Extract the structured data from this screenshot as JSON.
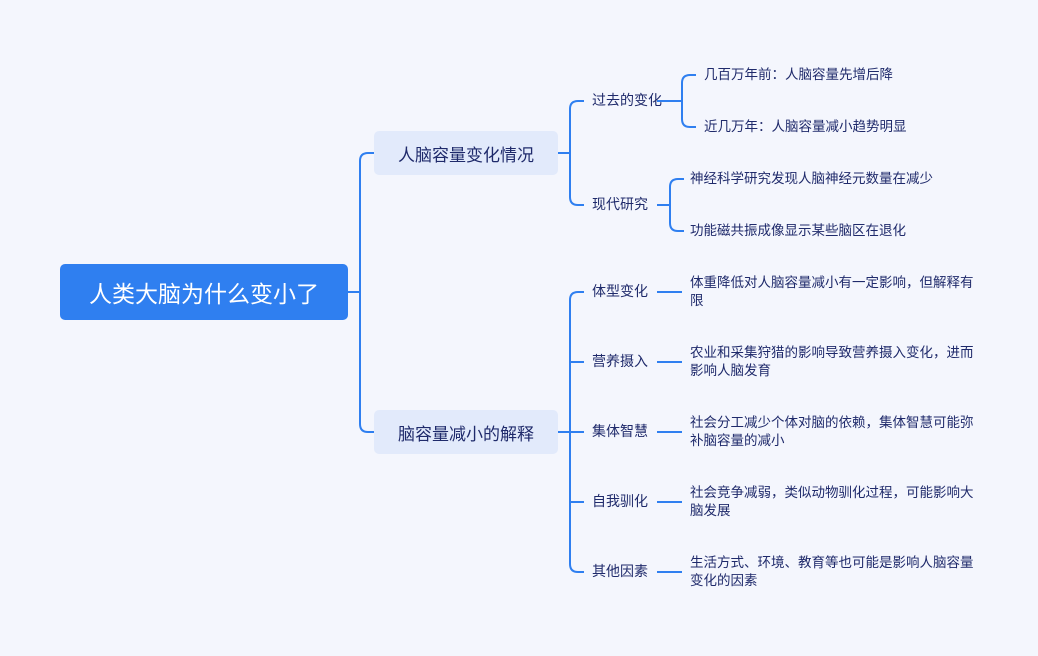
{
  "root": {
    "label": "人类大脑为什么变小了"
  },
  "branches": [
    {
      "label": "人脑容量变化情况",
      "children": [
        {
          "label": "过去的变化",
          "leaves": [
            "几百万年前：人脑容量先增后降",
            "近几万年：人脑容量减小趋势明显"
          ]
        },
        {
          "label": "现代研究",
          "leaves": [
            "神经科学研究发现人脑神经元数量在减少",
            "功能磁共振成像显示某些脑区在退化"
          ]
        }
      ]
    },
    {
      "label": "脑容量减小的解释",
      "children": [
        {
          "label": "体型变化",
          "leaves": [
            "体重降低对人脑容量减小有一定影响，但解释有限"
          ]
        },
        {
          "label": "营养摄入",
          "leaves": [
            "农业和采集狩猎的影响导致营养摄入变化，进而影响人脑发育"
          ]
        },
        {
          "label": "集体智慧",
          "leaves": [
            "社会分工减少个体对脑的依赖，集体智慧可能弥补脑容量的减小"
          ]
        },
        {
          "label": "自我驯化",
          "leaves": [
            "社会竞争减弱，类似动物驯化过程，可能影响大脑发展"
          ]
        },
        {
          "label": "其他因素",
          "leaves": [
            "生活方式、环境、教育等也可能是影响人脑容量变化的因素"
          ]
        }
      ]
    }
  ],
  "colors": {
    "line": "#2f7ff0",
    "root": "#2f7ff0",
    "branch_bg": "#e2eafb",
    "text": "#1f2a6b",
    "background": "#f4f6fd"
  }
}
